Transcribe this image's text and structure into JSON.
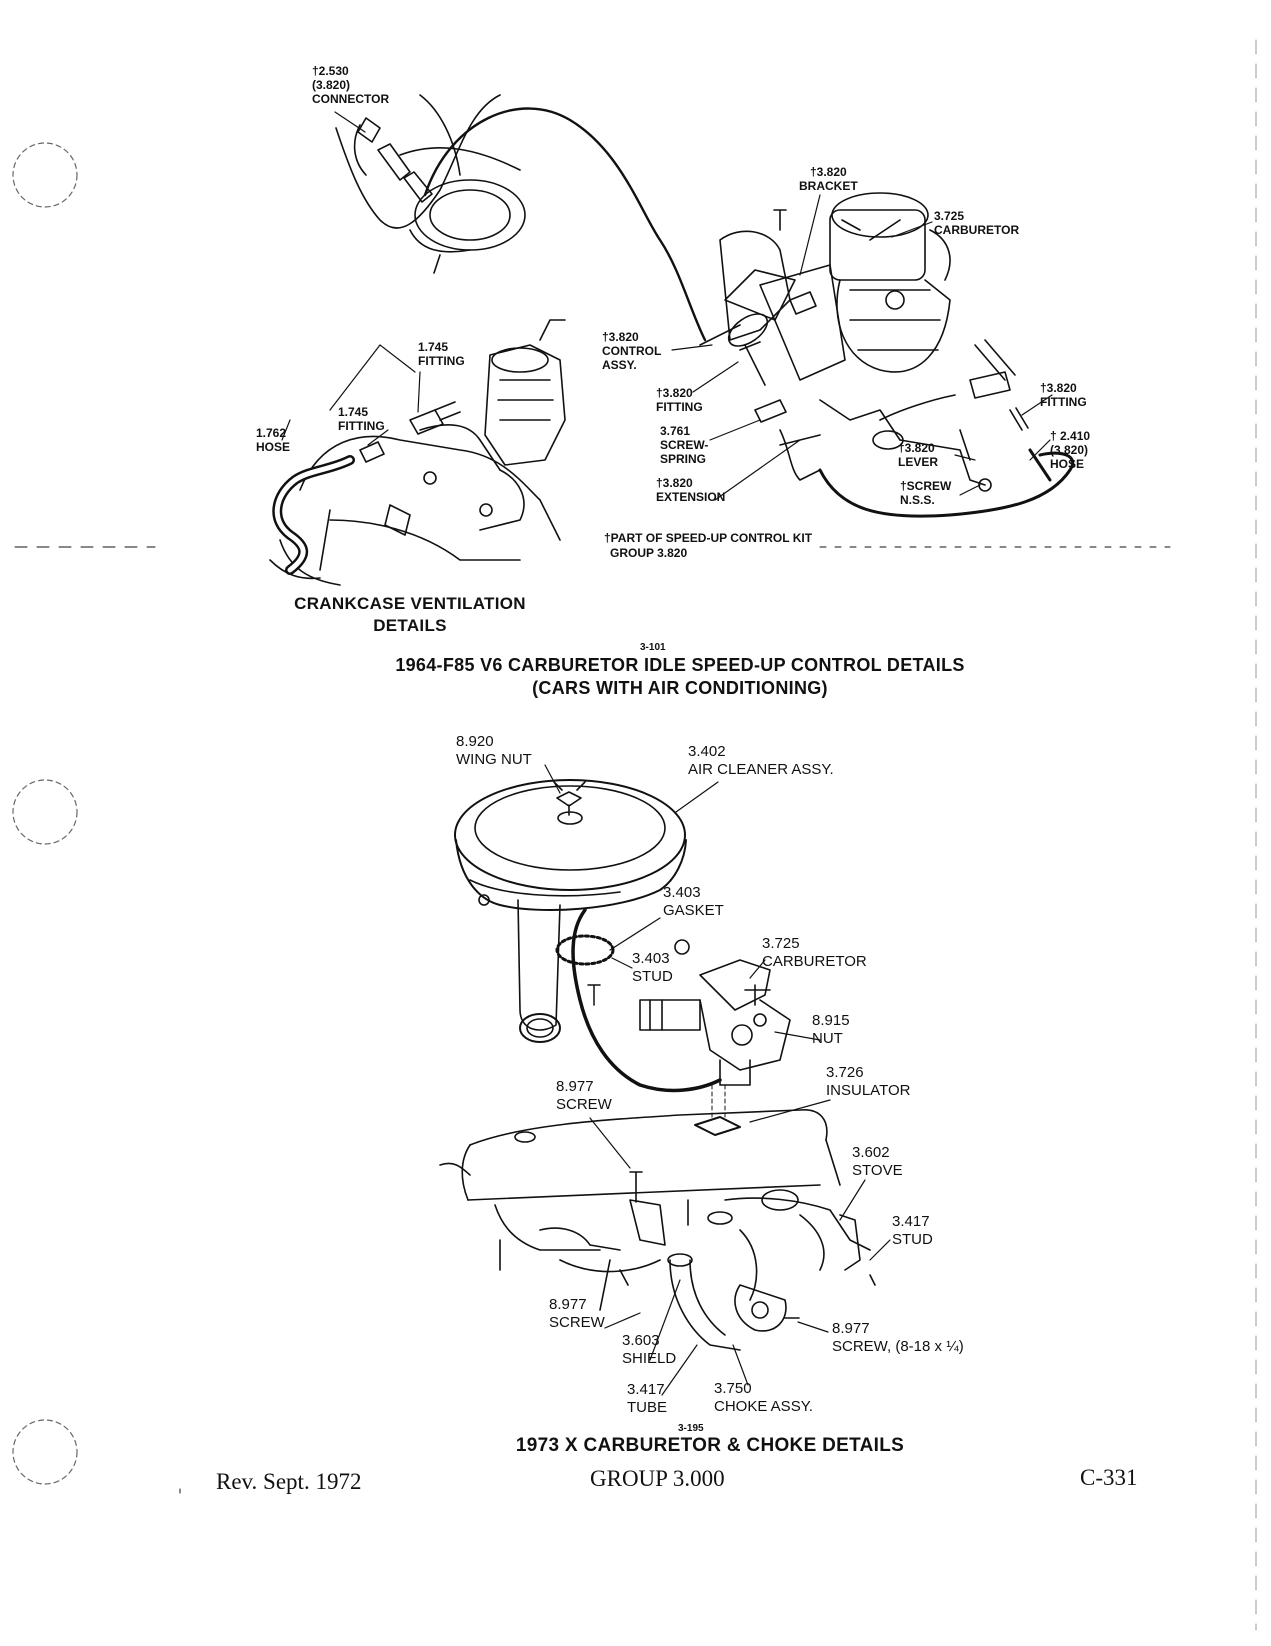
{
  "figure1": {
    "number": "3-101",
    "title_line1": "1964-F85 V6 CARBURETOR IDLE SPEED-UP CONTROL DETAILS",
    "title_line2": "(CARS WITH AIR CONDITIONING)",
    "crankcase_title_line1": "CRANKCASE VENTILATION",
    "crankcase_title_line2": "DETAILS",
    "footnote_line1": "†PART OF SPEED-UP CONTROL KIT",
    "footnote_line2": "GROUP 3.820",
    "labels": {
      "connector": "†2.530\n(3.820)\nCONNECTOR",
      "bracket": "†3.820\nBRACKET",
      "carburetor": "3.725\nCARBURETOR",
      "fitting_1745_a": "1.745\nFITTING",
      "fitting_1745_b": "1.745\nFITTING",
      "hose_1762": "1.762\nHOSE",
      "control_assy": "†3.820\nCONTROL\nASSY.",
      "fitting_3820_left": "†3.820\nFITTING",
      "screw_spring": "3.761\nSCREW-\nSPRING",
      "extension": "†3.820\nEXTENSION",
      "fitting_3820_right": "†3.820\nFITTING",
      "hose_2410": "† 2.410\n(3.820)\nHOSE",
      "lever": "†3.820\nLEVER",
      "screw_nss": "†SCREW\nN.S.S."
    }
  },
  "figure2": {
    "number": "3-195",
    "title": "1973 X CARBURETOR & CHOKE DETAILS",
    "labels": {
      "wing_nut": "8.920\nWING NUT",
      "air_cleaner": "3.402\nAIR CLEANER ASSY.",
      "gasket": "3.403\nGASKET",
      "stud_3403": "3.403\nSTUD",
      "carburetor": "3.725\nCARBURETOR",
      "nut": "8.915\nNUT",
      "insulator": "3.726\nINSULATOR",
      "screw_top": "8.977\nSCREW",
      "stove": "3.602\nSTOVE",
      "stud_3417": "3.417\nSTUD",
      "screw_left": "8.977\nSCREW",
      "shield": "3.603\nSHIELD",
      "screw_right": "8.977\nSCREW, (8-18 x ¼)",
      "tube": "3.417\nTUBE",
      "choke": "3.750\nCHOKE ASSY."
    }
  },
  "footer": {
    "revision": "Rev. Sept. 1972",
    "group": "GROUP 3.000",
    "page": "C-331"
  }
}
